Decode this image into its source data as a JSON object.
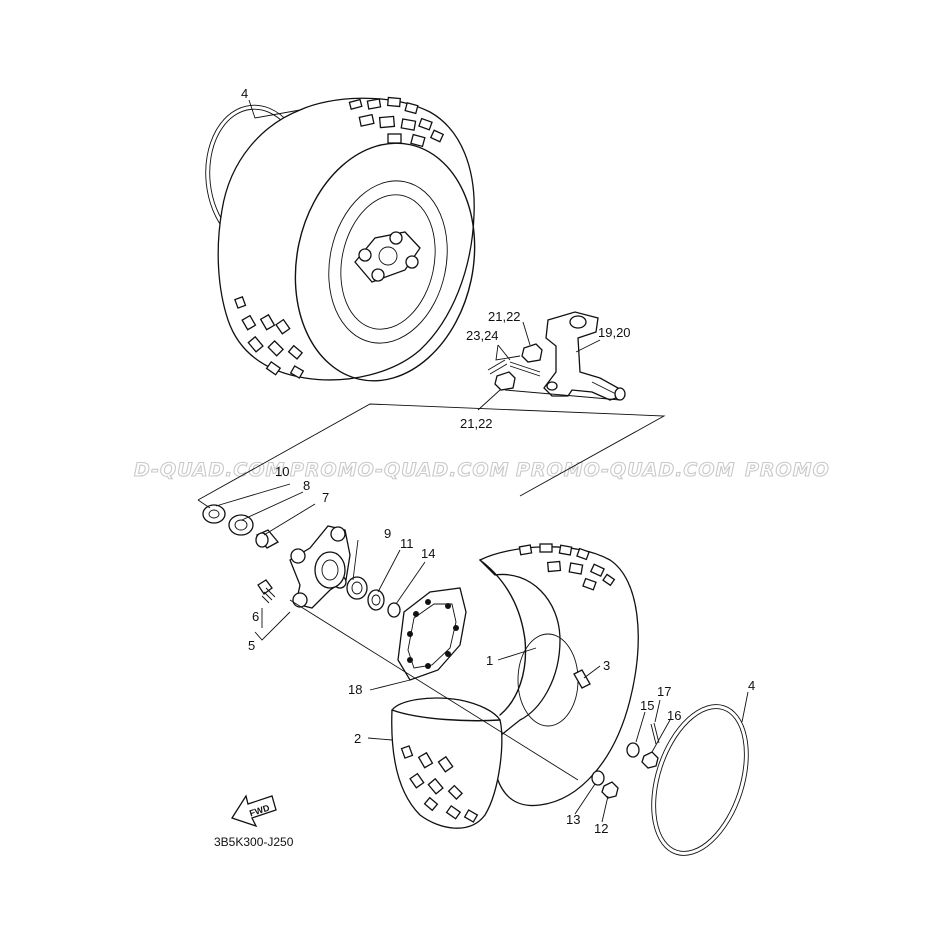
{
  "watermark": {
    "texts": [
      "D-QUAD.COM",
      "PROMO-QUAD.COM",
      "PROMO-QUAD.COM",
      "PROMO"
    ]
  },
  "drawing_code": "3B5K300-J250",
  "fwd_label": "FWD",
  "callouts": {
    "c1": "1",
    "c2": "2",
    "c3": "3",
    "c4_top": "4",
    "c4_right": "4",
    "c5": "5",
    "c6": "6",
    "c7": "7",
    "c8": "8",
    "c9": "9",
    "c10": "10",
    "c11": "11",
    "c12": "12",
    "c13": "13",
    "c14": "14",
    "c15": "15",
    "c16": "16",
    "c17": "17",
    "c18": "18",
    "c19_20": "19,20",
    "c21_22_top": "21,22",
    "c21_22_bottom": "21,22",
    "c23_24": "23,24"
  },
  "colors": {
    "ink": "#111111",
    "watermark": "#c9c9c9",
    "background": "#ffffff"
  }
}
